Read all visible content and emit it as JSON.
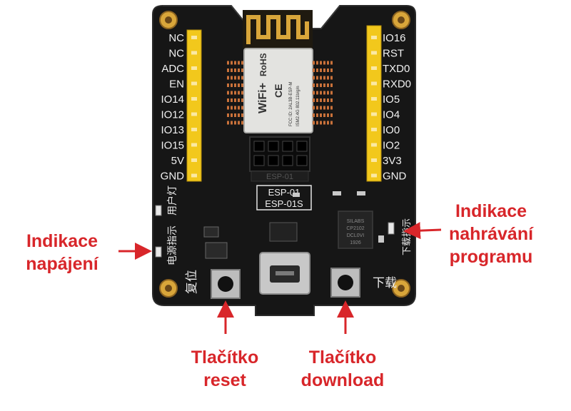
{
  "board": {
    "left_pins": [
      "NC",
      "NC",
      "ADC",
      "EN",
      "IO14",
      "IO12",
      "IO13",
      "IO15",
      "5V",
      "GND"
    ],
    "right_pins": [
      "IO16",
      "RST",
      "TXD0",
      "RXD0",
      "IO5",
      "IO4",
      "IO0",
      "IO2",
      "3V3",
      "GND"
    ],
    "module": {
      "brand": "WiFi+",
      "rohs": "RoHS",
      "marks": "CE",
      "fcc": "FCC ID: 2AL3B-ESP-M",
      "band": "ISM2.4G  802.11b/g/n"
    },
    "socket_label": "ESP-01",
    "model_lines": [
      "ESP-01",
      "ESP-01S"
    ],
    "chip_text": [
      "SILABS",
      "CP2102",
      "DCL0VI",
      "1926"
    ],
    "silk_user_led": "用户灯",
    "silk_power_led": "电源指示",
    "silk_reset": "复位",
    "silk_download": "下载",
    "silk_download_led": "下载指示"
  },
  "annotations": {
    "power": [
      "Indikace",
      "napájení"
    ],
    "upload": [
      "Indikace",
      "nahrávání",
      "programu"
    ],
    "reset": [
      "Tlačítko",
      "reset"
    ],
    "download": [
      "Tlačítko",
      "download"
    ]
  },
  "colors": {
    "accent": "#d8262a",
    "pcb": "#161616",
    "header": "#f2c81c",
    "gold": "#d9a63a"
  }
}
